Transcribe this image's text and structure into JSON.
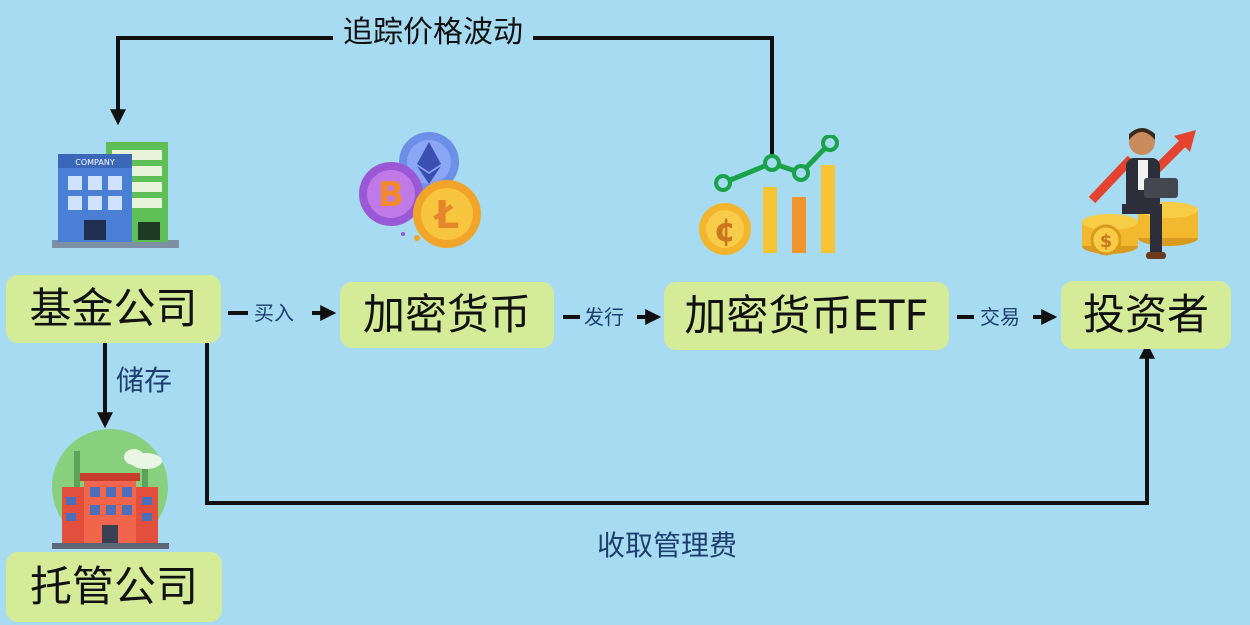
{
  "nodes": {
    "fund_company": "基金公司",
    "crypto": "加密货币",
    "crypto_etf": "加密货币ETF",
    "investor": "投资者",
    "custodian": "托管公司"
  },
  "edges": {
    "buy": "买入",
    "issue": "发行",
    "trade": "交易",
    "store": "储存",
    "track": "追踪价格波动",
    "fee": "收取管理费"
  },
  "icons": {
    "building_sign": "COMPANY",
    "btc_glyph": "B",
    "ltc_glyph": "Ł",
    "coin_glyph": "¢",
    "dollar_glyph": "$"
  },
  "colors": {
    "background": "#a7dbf2",
    "node_fill": "#d4ec98",
    "arrow": "#111111",
    "label_blue": "#1d3f6e"
  }
}
